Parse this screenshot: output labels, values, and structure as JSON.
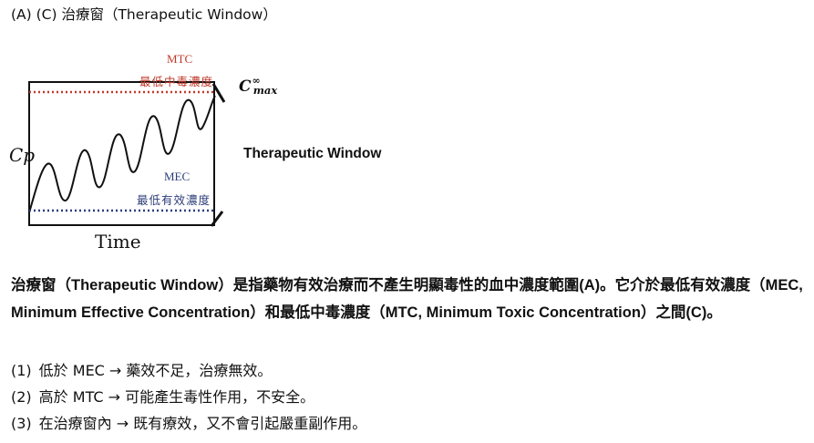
{
  "heading": "(A) (C)  治療窗（Therapeutic Window）",
  "diagram": {
    "y_axis_label": "Cp",
    "x_axis_label": "Time",
    "mtc_label": "MTC",
    "mtc_subtitle": "最低中毒濃度",
    "mec_label": "MEC",
    "mec_subtitle": "最低有效濃度",
    "cmax_symbol": "C",
    "cmax_sup": "∞",
    "cmax_sub": "max",
    "window_label": "Therapeutic Window",
    "colors": {
      "mtc": "#c0392b",
      "mec": "#2c3e7a",
      "curve": "#111111"
    }
  },
  "paragraph": {
    "p1": "治療窗（",
    "p2": "Therapeutic Window",
    "p3": "）是指藥物有效治療而不產生明顯毒性的血中濃度範圍",
    "p4": "(A)",
    "p5": "。它介於最低有效濃度（",
    "p6": "MEC, Minimum Effective Concentration",
    "p7": "）和最低中毒濃度（",
    "p8": "MTC, Minimum Toxic Concentration",
    "p9": "）之間",
    "p10": "(C)",
    "p11": "。"
  },
  "list": [
    {
      "num": "(1)",
      "text": "低於  MEC  →  藥效不足，治療無效。"
    },
    {
      "num": "(2)",
      "text": "高於  MTC  →  可能產生毒性作用，不安全。"
    },
    {
      "num": "(3)",
      "text": "在治療窗內  →  既有療效，又不會引起嚴重副作用。"
    }
  ]
}
